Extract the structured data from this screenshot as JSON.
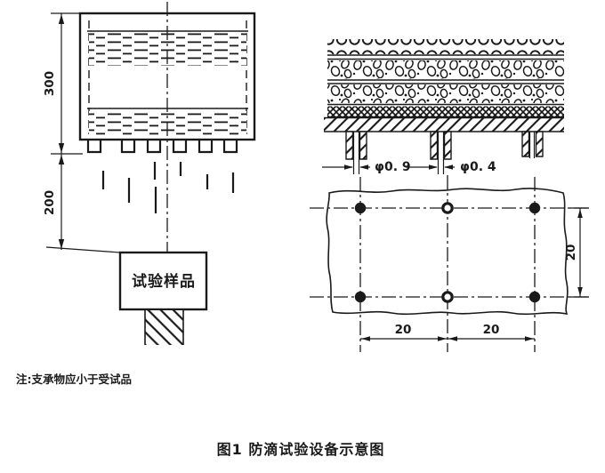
{
  "figure": {
    "caption": "图1  防滴试验设备示意图",
    "note": "注:支承物应小于受试品",
    "front_view": {
      "dim_upper": "300",
      "dim_lower": "200",
      "sample_label": "试验样品"
    },
    "section_view": {
      "nozzle_dia_large": "φ0. 9",
      "nozzle_dia_small": "φ0. 4"
    },
    "plan_view": {
      "dim_h1": "20",
      "dim_h2": "20",
      "dim_v": "20"
    },
    "colors": {
      "ink": "#1a1a1a",
      "paper": "#ffffff"
    }
  }
}
